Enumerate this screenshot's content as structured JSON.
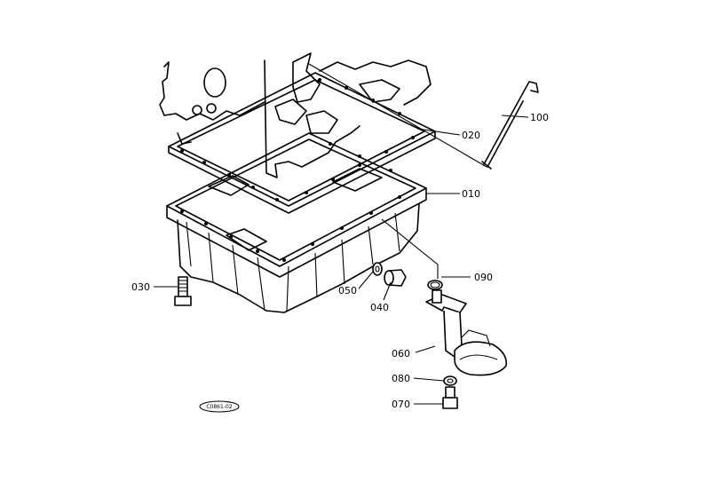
{
  "labels": {
    "p010": "010",
    "p020": "020",
    "p030": "030",
    "p040": "040",
    "p050": "050",
    "p060": "060",
    "p070": "070",
    "p080": "080",
    "p090": "090",
    "p100": "100"
  },
  "figure_tag": "C0861-02"
}
